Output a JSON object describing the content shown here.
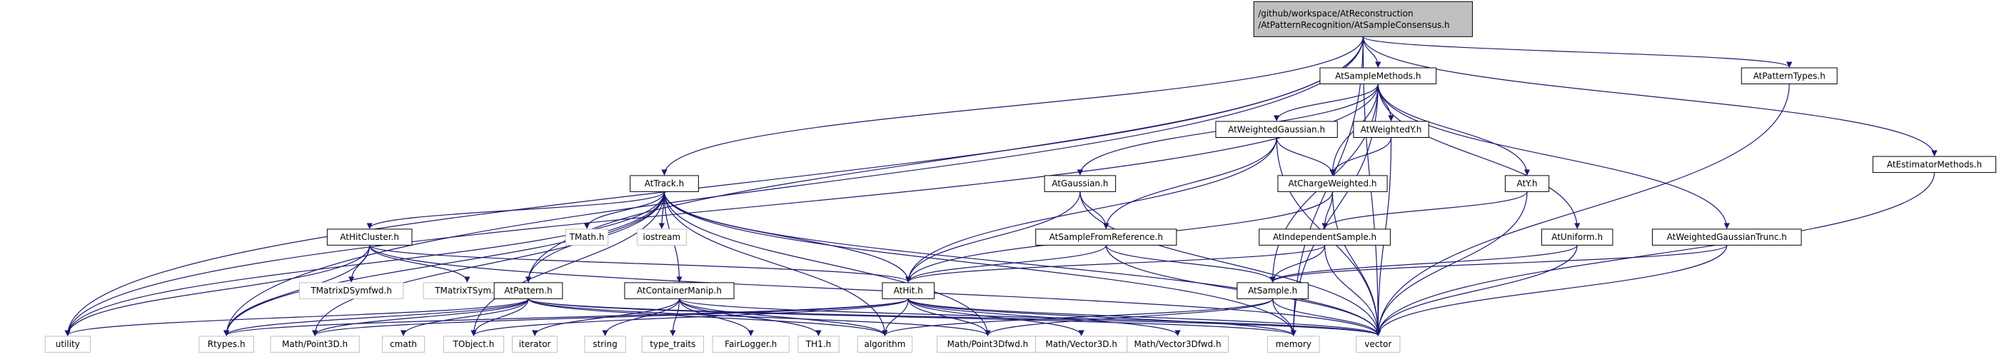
{
  "diagram": {
    "root": [
      "/github/workspace/AtReconstruction",
      "/AtPatternRecognition/AtSampleConsensus.h"
    ],
    "nodes": {
      "sampleMethods": "AtSampleMethods.h",
      "patternTypes": "AtPatternTypes.h",
      "estimatorMethods": "AtEstimatorMethods.h",
      "weightedGaussian": "AtWeightedGaussian.h",
      "weightedY": "AtWeightedY.h",
      "track": "AtTrack.h",
      "gaussian": "AtGaussian.h",
      "chargeWeighted": "AtChargeWeighted.h",
      "atY": "AtY.h",
      "hitCluster": "AtHitCluster.h",
      "tmath": "TMath.h",
      "iostream": "iostream",
      "sampleFromReference": "AtSampleFromReference.h",
      "independentSample": "AtIndependentSample.h",
      "uniform": "AtUniform.h",
      "weightedGaussianTrunc": "AtWeightedGaussianTrunc.h",
      "tmatrixDSymfwd": "TMatrixDSymfwd.h",
      "tmatrixTSym": "TMatrixTSym.h",
      "pattern": "AtPattern.h",
      "containerManip": "AtContainerManip.h",
      "hit": "AtHit.h",
      "sample": "AtSample.h",
      "utility": "utility",
      "rtypes": "Rtypes.h",
      "mathPoint3D": "Math/Point3D.h",
      "cmath": "cmath",
      "tobject": "TObject.h",
      "iterator": "iterator",
      "string": "string",
      "typeTraits": "type_traits",
      "fairLogger": "FairLogger.h",
      "th1": "TH1.h",
      "algorithm": "algorithm",
      "mathPoint3Dfwd": "Math/Point3Dfwd.h",
      "mathVector3D": "Math/Vector3D.h",
      "mathVector3Dfwd": "Math/Vector3Dfwd.h",
      "memory": "memory",
      "vector": "vector"
    },
    "colors": {
      "edge": "#191970",
      "root_fill": "#bfbfbf",
      "external_border": "#bfbfbf",
      "node_border": "#000000"
    }
  }
}
